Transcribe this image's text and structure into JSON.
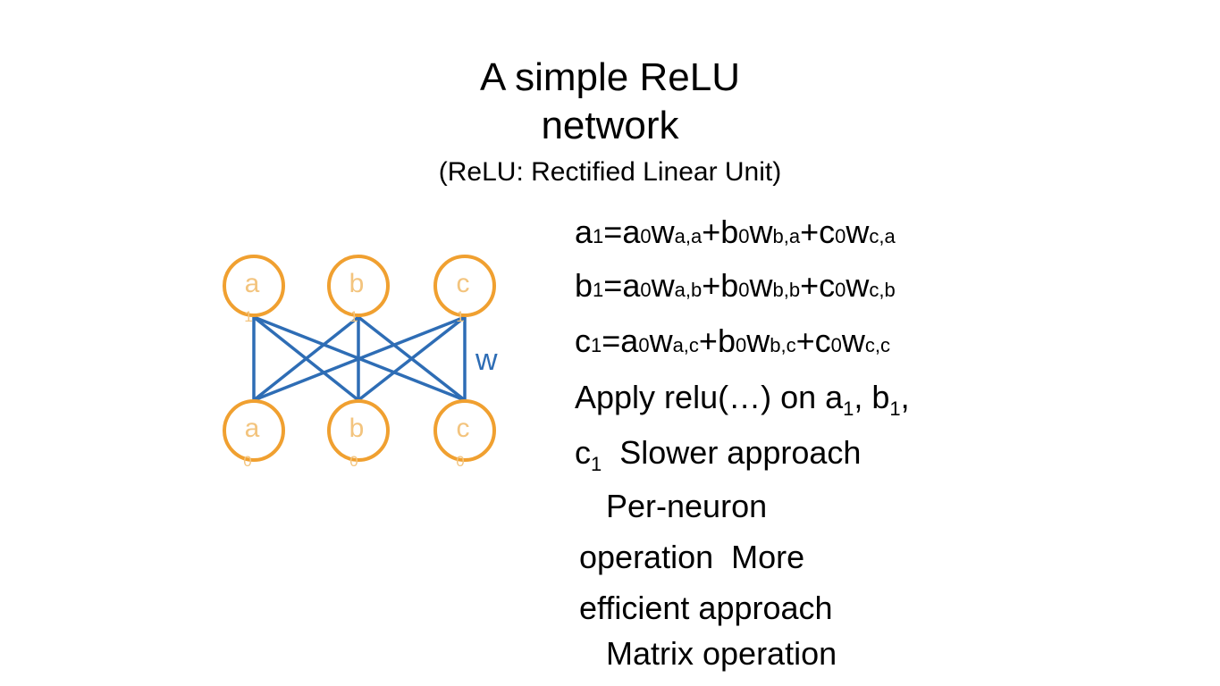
{
  "title": {
    "line1": "A simple ReLU",
    "line2": "network"
  },
  "subtitle": "(ReLU: Rectified Linear Unit)",
  "diagram": {
    "top_nodes": [
      {
        "letter": "a",
        "sub": "1"
      },
      {
        "letter": "b",
        "sub": "1"
      },
      {
        "letter": "c",
        "sub": "1"
      }
    ],
    "bottom_nodes": [
      {
        "letter": "a",
        "sub": "0"
      },
      {
        "letter": "b",
        "sub": "0"
      },
      {
        "letter": "c",
        "sub": "0"
      }
    ],
    "weight_label": "w",
    "colors": {
      "node_stroke": "#F0A030",
      "node_text": "#F3C47E",
      "edge": "#2E6DB5"
    }
  },
  "equations": [
    {
      "lhs": "a",
      "lhs_sub": "1",
      "terms": [
        {
          "v": "a",
          "s": "0",
          "w": "w",
          "ws": "a,a"
        },
        {
          "v": "b",
          "s": "0",
          "w": "w",
          "ws": "b,a"
        },
        {
          "v": "c",
          "s": "0",
          "w": "w",
          "ws": "c,a"
        }
      ]
    },
    {
      "lhs": "b",
      "lhs_sub": "1",
      "terms": [
        {
          "v": "a",
          "s": "0",
          "w": "w",
          "ws": "a,b"
        },
        {
          "v": "b",
          "s": "0",
          "w": "w",
          "ws": "b,b"
        },
        {
          "v": "c",
          "s": "0",
          "w": "w",
          "ws": "c,b"
        }
      ]
    },
    {
      "lhs": "c",
      "lhs_sub": "1",
      "terms": [
        {
          "v": "a",
          "s": "0",
          "w": "w",
          "ws": "a,c"
        },
        {
          "v": "b",
          "s": "0",
          "w": "w",
          "ws": "b,c"
        },
        {
          "v": "c",
          "s": "0",
          "w": "w",
          "ws": "c,c"
        }
      ]
    }
  ],
  "body": {
    "line1_text": "Apply relu(…) on a",
    "line1_sub1": "1",
    "line1_mid": ", b",
    "line1_sub2": "1",
    "line1_end": ",",
    "line2_c": "c",
    "line2_sub": "1",
    "line2_rest": "Slower approach",
    "line3": "Per-neuron",
    "line4": "operation  More",
    "line5": "efficient approach",
    "line6": "Matrix operation"
  }
}
